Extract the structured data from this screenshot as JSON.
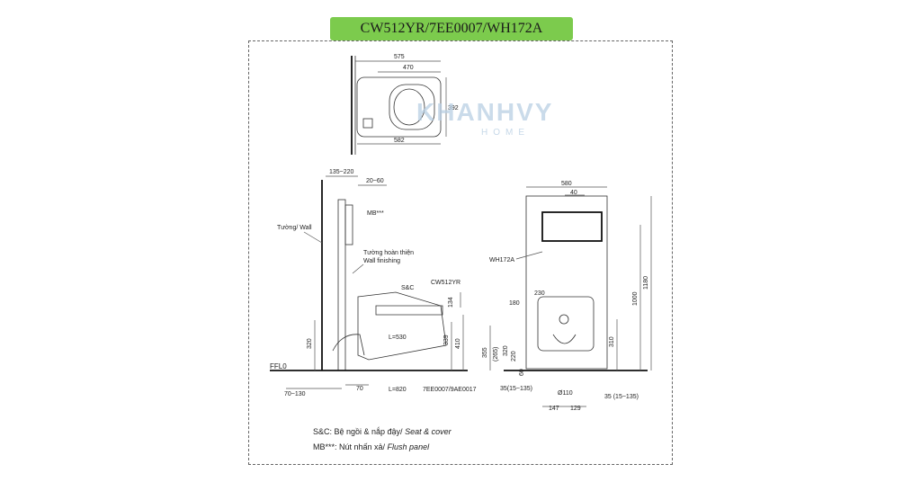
{
  "title": "CW512YR/7EE0007/WH172A",
  "watermark": {
    "brand": "KHANHVY",
    "sub": "HOME"
  },
  "top_view": {
    "d575": "575",
    "d470": "470",
    "d392": "392",
    "d582": "582"
  },
  "side_view": {
    "d135_220": "135~220",
    "d20_60": "20~60",
    "mb": "MB***",
    "wall": "Tường/ Wall",
    "finish_vi": "Tường hoàn thiện",
    "finish_en": "Wall finishing",
    "sc": "S&C",
    "model": "CW512YR",
    "d134": "134",
    "d320": "320",
    "l530": "L=530",
    "d339": "339",
    "d410": "410",
    "ffl": "FFL0",
    "d70_130": "70~130",
    "d70": "70",
    "l820": "L=820",
    "part": "7EE0007/9AE0017"
  },
  "front_view": {
    "d580": "580",
    "d40": "40",
    "frame": "WH172A",
    "d180": "180",
    "d230": "230",
    "d1000": "1000",
    "d1180": "1180",
    "d310": "310",
    "d355": "355",
    "d265": "(265)",
    "d320": "320",
    "d220": "220",
    "d60": "60",
    "d35a": "35(15~135)",
    "d110": "Ø110",
    "d35b": "35 (15~135)",
    "d147": "147",
    "d129": "129"
  },
  "legend": {
    "sc_vi": "S&C: Bệ ngồi & nắp đậy/ ",
    "sc_en": "Seat & cover",
    "mb_vi": "MB***: Nút nhấn xả/ ",
    "mb_en": "Flush panel"
  },
  "colors": {
    "title_bg": "#7ccb4d",
    "watermark": "#b9cfe3"
  }
}
